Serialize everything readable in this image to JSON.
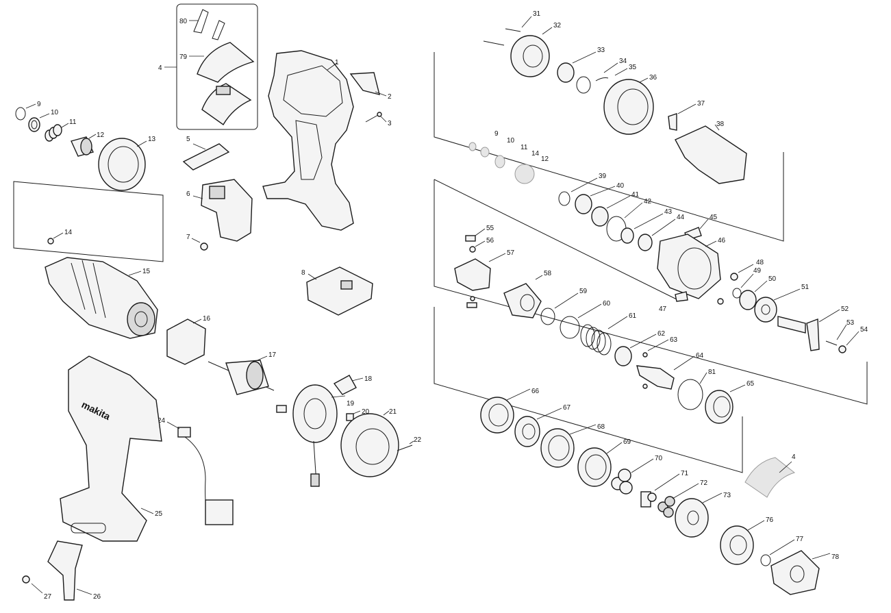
{
  "diagram": {
    "type": "exploded-parts-view",
    "part_numbers": [
      "1",
      "2",
      "3",
      "4",
      "5",
      "6",
      "7",
      "8",
      "9",
      "10",
      "11",
      "12",
      "13",
      "14",
      "15",
      "16",
      "17",
      "18",
      "19",
      "20",
      "21",
      "22",
      "24",
      "25",
      "26",
      "27",
      "31",
      "32",
      "33",
      "34",
      "35",
      "36",
      "37",
      "38",
      "39",
      "40",
      "41",
      "42",
      "43",
      "44",
      "45",
      "46",
      "47",
      "48",
      "49",
      "50",
      "51",
      "52",
      "53",
      "54",
      "55",
      "56",
      "57",
      "58",
      "59",
      "60",
      "61",
      "62",
      "63",
      "64",
      "65",
      "66",
      "67",
      "68",
      "69",
      "70",
      "71",
      "72",
      "73",
      "76",
      "77",
      "78",
      "79",
      "80",
      "81"
    ],
    "secondary_labels": {
      "right_9": "9",
      "right_10": "10",
      "right_11": "11",
      "right_14": "14",
      "right_12": "12",
      "right_4": "4"
    },
    "brand_text": "makita"
  }
}
